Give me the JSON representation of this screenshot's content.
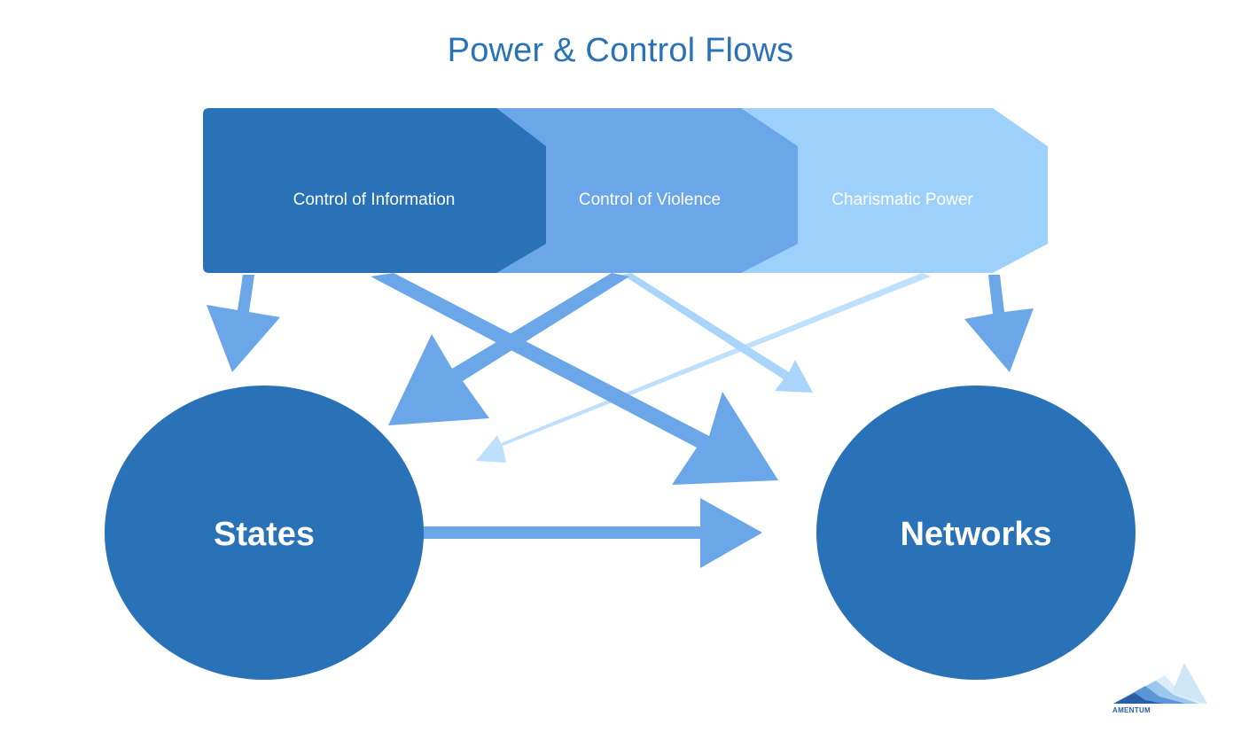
{
  "title": "Power & Control Flows",
  "chevrons": [
    {
      "label": "Control of Information",
      "color": "#2a72b8"
    },
    {
      "label": "Control of Violence",
      "color": "#6aa6e8"
    },
    {
      "label": "Charismatic Power",
      "color": "#9dd0fb"
    }
  ],
  "nodes": {
    "states": {
      "label": "States",
      "color": "#2a72b8"
    },
    "networks": {
      "label": "Networks",
      "color": "#2a72b8"
    }
  },
  "colors": {
    "arrow_mid": "#6aa6e8",
    "arrow_light": "#a9d4fb",
    "arrow_lightest": "#bfe0fc"
  },
  "logo": {
    "text": "AMENTUM"
  }
}
